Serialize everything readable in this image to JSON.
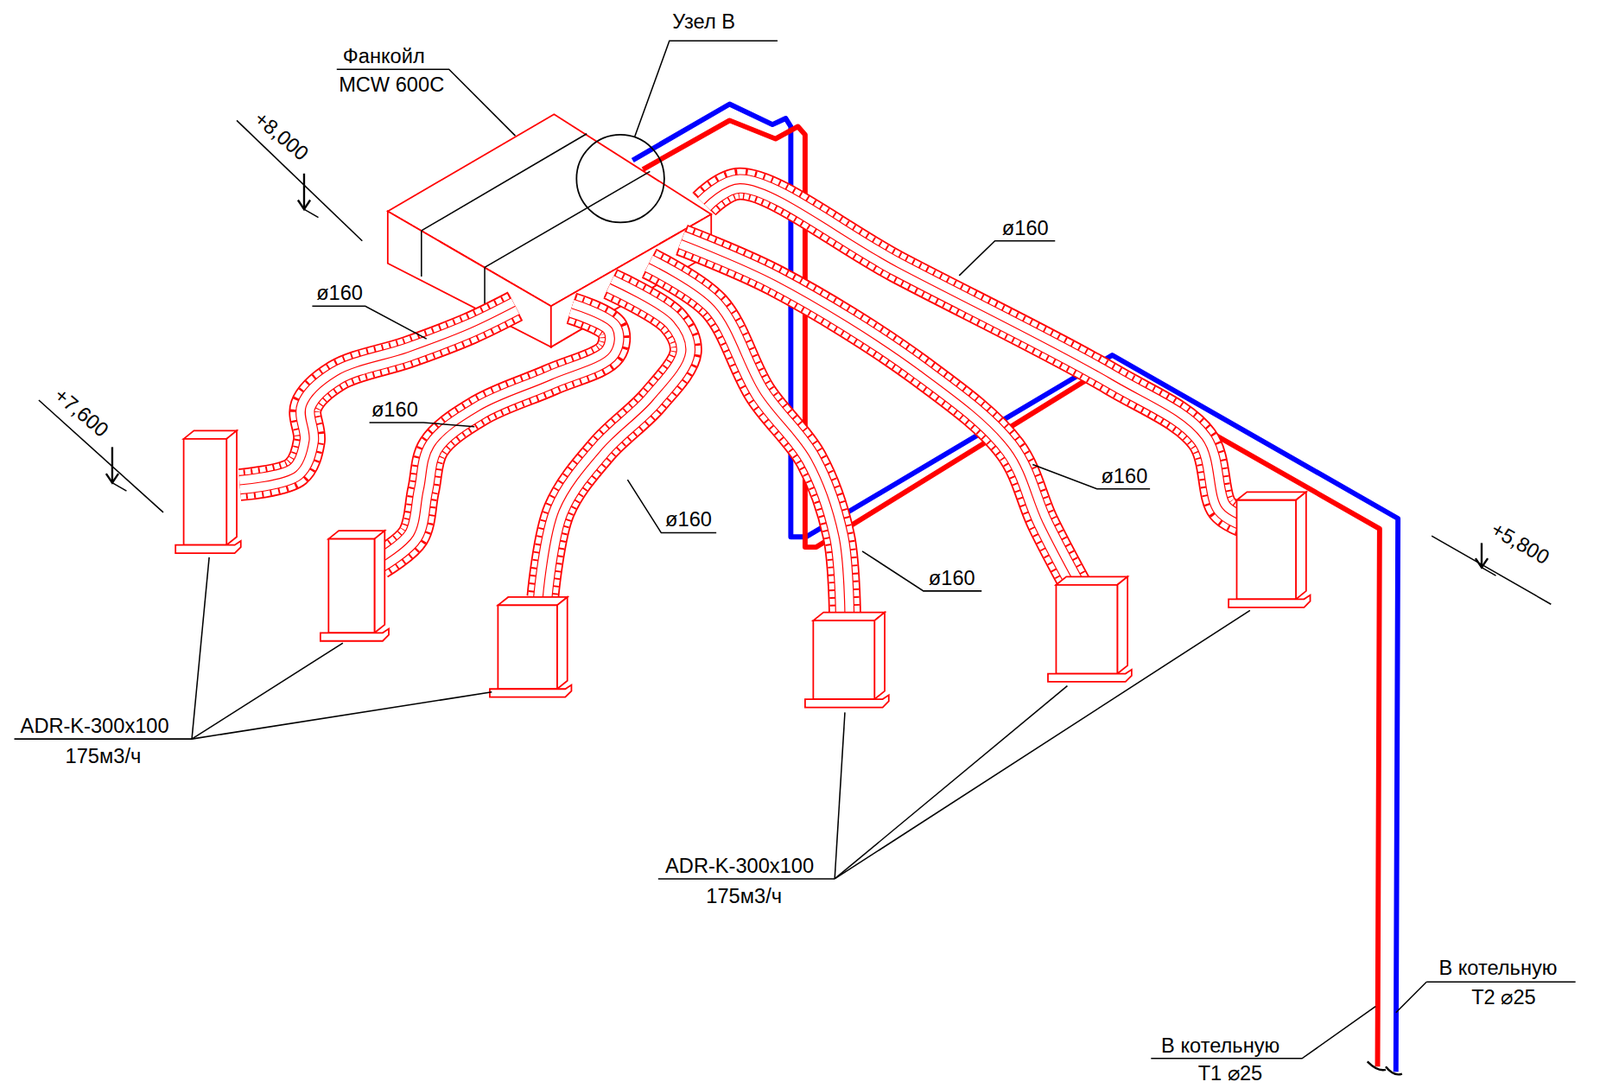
{
  "diagram": {
    "labels": [
      "Узел В",
      "Фанкойл",
      "MCW 600C",
      "+8,000",
      "ø160",
      "ø160",
      "ø160",
      "ø160",
      "ø160",
      "ø160",
      "+7,600",
      "+5,800",
      "ADR-K-300x100",
      "175м3/ч",
      "ADR-K-300x100",
      "175м3/ч",
      "В котельную",
      "T1 ⌀25",
      "В котельную",
      "T2 ⌀25"
    ]
  }
}
